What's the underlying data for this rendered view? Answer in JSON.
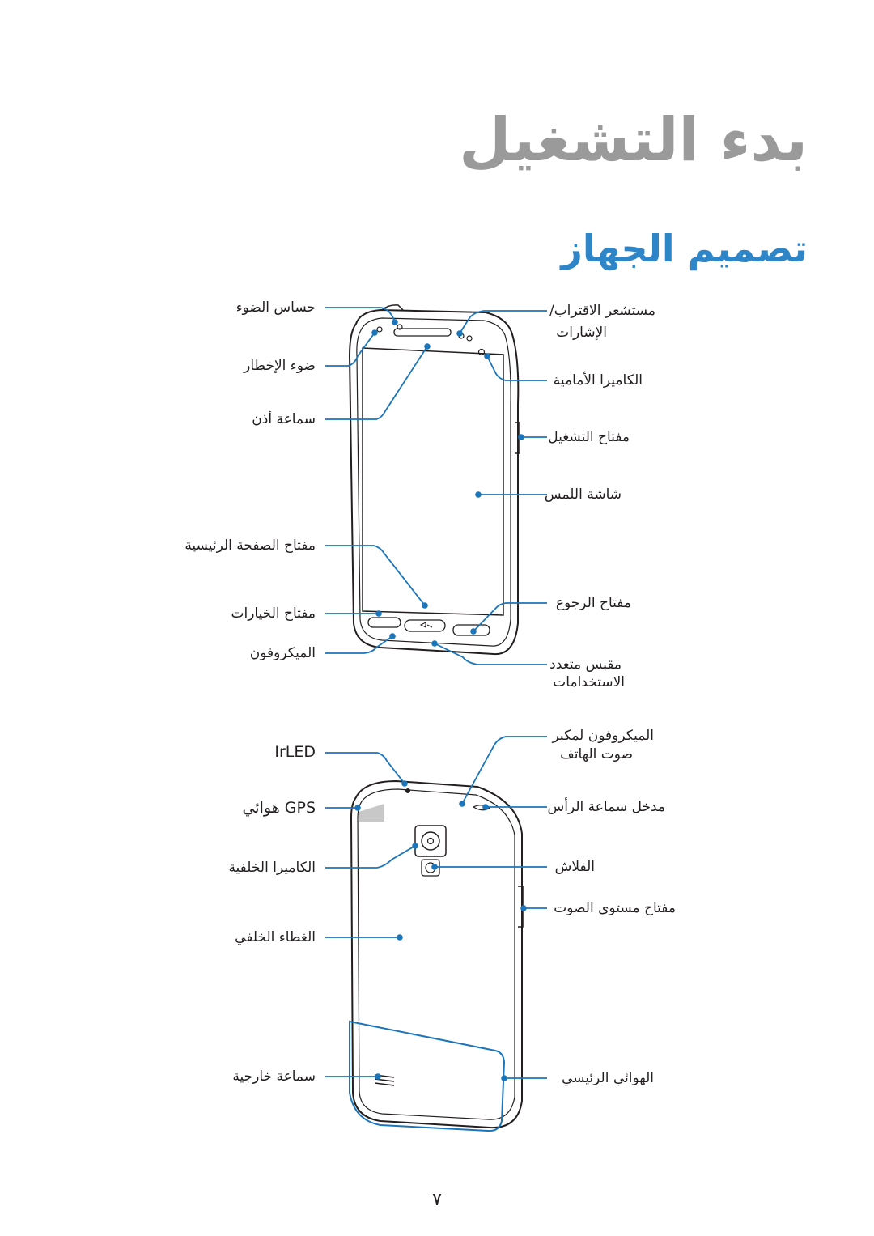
{
  "page": {
    "title": "بدء التشغيل",
    "subtitle": "تصميم الجهاز",
    "page_number": "٧"
  },
  "front_labels": {
    "light_sensor": "حساس الضوء",
    "notification_light": "ضوء الإخطار",
    "earpiece": "سماعة أذن",
    "home_button": "مفتاح الصفحة الرئيسية",
    "menu_button": "مفتاح الخيارات",
    "microphone": "الميكروفون",
    "proximity_sensor_1": "مستشعر الاقتراب/",
    "proximity_sensor_2": "الإشارات",
    "front_camera": "الكاميرا الأمامية",
    "power_button": "مفتاح التشغيل",
    "touch_screen": "شاشة اللمس",
    "back_button": "مفتاح الرجوع",
    "multipurpose_jack_1": "مقبس متعدد",
    "multipurpose_jack_2": "الاستخدامات"
  },
  "back_labels": {
    "irled": "IrLED",
    "gps_antenna": "هوائي GPS",
    "rear_camera": "الكاميرا الخلفية",
    "back_cover": "الغطاء الخلفي",
    "speaker": "سماعة خارجية",
    "noise_mic_1": "الميكروفون لمكبر",
    "noise_mic_2": "صوت الهاتف",
    "headset_jack": "مدخل سماعة الرأس",
    "flash": "الفلاش",
    "volume_button": "مفتاح مستوى الصوت",
    "main_antenna": "الهوائي الرئيسي"
  },
  "colors": {
    "accent_blue": "#2e86c9",
    "title_gray": "#9a9a9a",
    "callout_blue": "#1b75bb"
  }
}
